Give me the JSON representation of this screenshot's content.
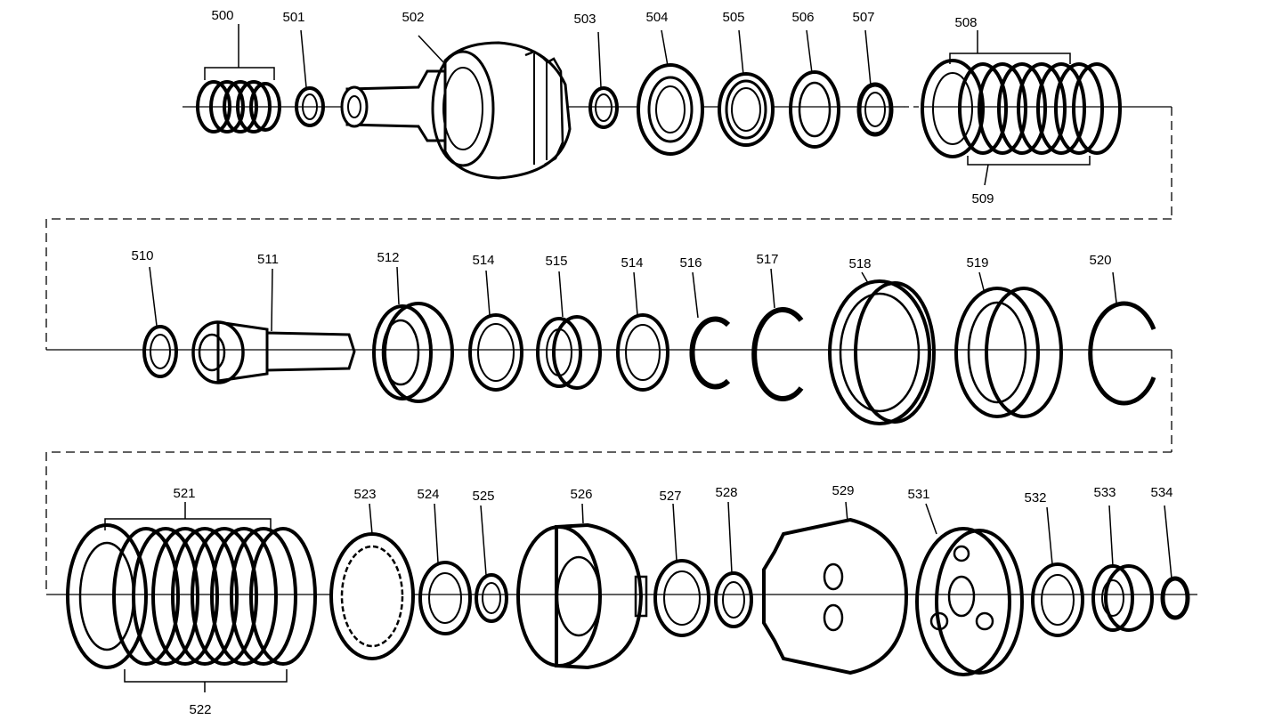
{
  "labels": {
    "p500": "500",
    "p501": "501",
    "p502": "502",
    "p503": "503",
    "p504": "504",
    "p505": "505",
    "p506": "506",
    "p507": "507",
    "p508": "508",
    "p509": "509",
    "p510": "510",
    "p511": "511",
    "p512": "512",
    "p514a": "514",
    "p515": "515",
    "p514b": "514",
    "p516": "516",
    "p517": "517",
    "p518": "518",
    "p519": "519",
    "p520": "520",
    "p521": "521",
    "p522": "522",
    "p523": "523",
    "p524": "524",
    "p525": "525",
    "p526": "526",
    "p527": "527",
    "p528": "528",
    "p529": "529",
    "p531": "531",
    "p532": "532",
    "p533": "533",
    "p534": "534"
  }
}
